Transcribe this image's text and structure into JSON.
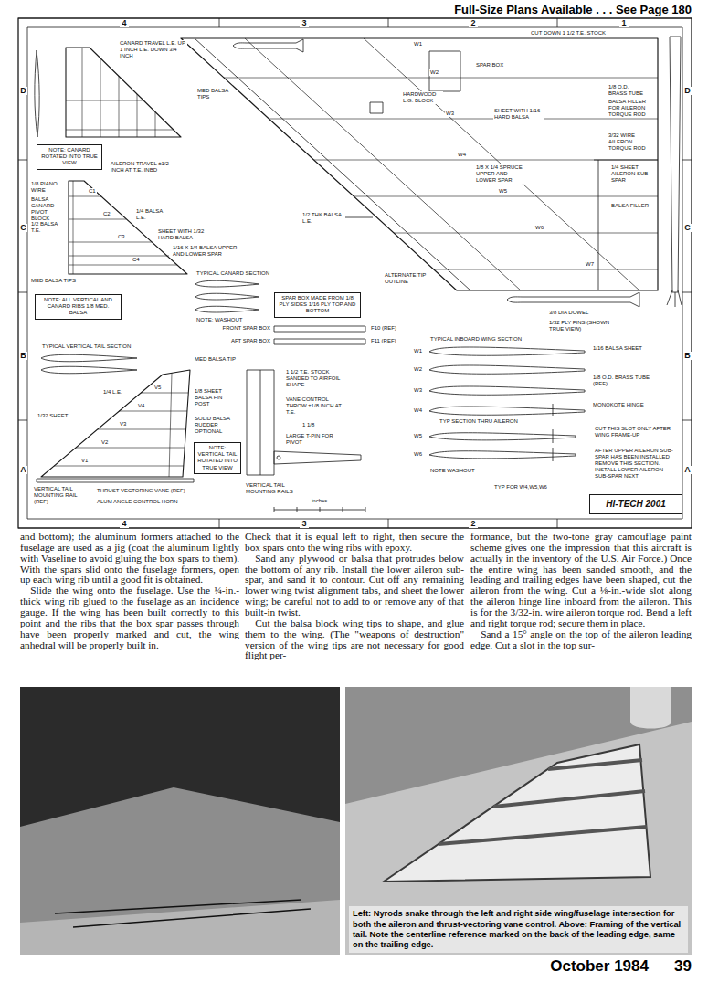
{
  "diagram": {
    "title": "Full-Size Plans Available . . . See Page 180",
    "caption": "Left: Nyrods snake through the left and right side wing/fuselage intersection for both the aileron and thrust-vectoring vane control. Above: Framing of the vertical tail. Note the centerline reference marked on the back of the leading edge, same on the trailing edge.",
    "nodes": [
      {
        "text": [
          "NOTE: CANARD ROTATED INTO TRUE VIEW"
        ]
      },
      {
        "text": [
          "NOTE: ALL VERTICAL AND CANARD RIBS 1/8 MED. BALSA"
        ]
      },
      {
        "text": [
          "SPAR BOX MADE FROM 1/8 PLY SIDES 1/16 PLY TOP AND BOTTOM"
        ]
      },
      {
        "text": [
          "NOTE: VERTICAL TAIL ROTATED INTO TRUE VIEW"
        ]
      },
      {
        "text": [
          "HI-TECH 2001"
        ]
      }
    ],
    "labels": [
      "4",
      "3",
      "2",
      "1",
      "D",
      "C",
      "B",
      "A",
      "D",
      "C",
      "B",
      "A",
      "4",
      "3",
      "2",
      "CANARD TRAVEL L.E. UP 1 INCH L.E. DOWN 3/4 INCH",
      "MED BALSA TIPS",
      "AILERON TRAVEL ±1/2 INCH AT T.E. INBD",
      "1/8 PIANO WIRE",
      "BALSA CANARD PIVOT BLOCK",
      "1/2 BALSA T.E.",
      "C1",
      "C2",
      "C3",
      "C4",
      "1/4 BALSA L.E.",
      "SHEET WITH 1/32 HARD BALSA",
      "1/16 X 1/4 BALSA UPPER AND LOWER SPAR",
      "MED BALSA TIPS",
      "TYPICAL CANARD SECTION",
      "NOTE: WASHOUT",
      "1/2 THK BALSA L.E.",
      "W1",
      "W2",
      "SPAR BOX",
      "HARDWOOD L.G. BLOCK",
      "W3",
      "SHEET WITH 1/16 HARD BALSA",
      "W4",
      "1/8 X 1/4 SPRUCE UPPER AND LOWER SPAR",
      "W5",
      "W6",
      "W7",
      "ALTERNATE TIP OUTLINE",
      "CUT DOWN 1 1/2 T.E. STOCK",
      "1/8 O.D. BRASS TUBE",
      "BALSA FILLER FOR AILERON TORQUE ROD",
      "3/32 WIRE AILERON TORQUE ROD",
      "1/4 SHEET AILERON SUB SPAR",
      "BALSA FILLER",
      "3/8 DIA DOWEL",
      "1/32 PLY FINS (SHOWN TRUE VIEW)",
      "FRONT SPAR BOX",
      "AFT SPAR BOX",
      "F10 (REF)",
      "F11 (REF)",
      "TYPICAL INBOARD WING SECTION",
      "W1",
      "1/16 BALSA SHEET",
      "W2",
      "W3",
      "1/8 O.D. BRASS TUBE (REF)",
      "W4",
      "MONOKOTE HINGE",
      "TYP SECTION THRU AILERON",
      "W5",
      "CUT THIS SLOT ONLY AFTER WING FRAME-UP",
      "W6",
      "AFTER UPPER AILERON SUB-SPAR HAS BEEN INSTALLED REMOVE THIS SECTION. INSTALL LOWER AILERON SUB-SPAR NEXT",
      "NOTE WASHOUT",
      "TYP FOR W4,W5,W6",
      "TYPICAL VERTICAL TAIL SECTION",
      "MED BALSA TIP",
      "1/4 L.E.",
      "V5",
      "V4",
      "1/32 SHEET",
      "V3",
      "1/8 SHEET BALSA FIN POST",
      "V2",
      "SOLID BALSA RUDDER OPTIONAL",
      "V1",
      "VERTICAL TAIL MOUNTING RAIL (REF)",
      "THRUST VECTORING VANE (REF)",
      "ALUM ANGLE CONTROL HORN",
      "1 1/2 T.E. STOCK SANDED TO AIRFOIL SHAPE",
      "VANE CONTROL THROW ±1/8 INCH AT T.E.",
      "1 1/8",
      "LARGE T-PIN FOR PIVOT",
      "VERTICAL TAIL MOUNTING RAILS",
      "inches",
      "October 1984",
      "39",
      "and bottom); the aluminum formers attached to the fuselage are used as a jig (coat the aluminum lightly with Vaseline to avoid gluing the box spars to them). With the spars slid onto the fuselage formers, open up each wing rib until a good fit is obtained.",
      "Slide the wing onto the fuselage. Use the ¼-in.-thick wing rib glued to the fuselage as an incidence gauge. If the wing has been built correctly to this point and the ribs that the box spar passes through have been properly marked and cut, the wing anhedral will be properly built in.",
      "Check that it is equal left to right, then secure the box spars onto the wing ribs with epoxy.",
      "Sand any plywood or balsa that protrudes below the bottom of any rib. Install the lower aileron sub-spar, and sand it to contour. Cut off any remaining lower wing twist alignment tabs, and sheet the lower wing; be careful not to add to or remove any of that built-in twist.",
      "Cut the balsa block wing tips to shape, and glue them to the wing. (The \"weapons of destruction\" version of the wing tips are not necessary for good flight per-",
      "formance, but the two-tone gray camouflage paint scheme gives one the impression that this aircraft is actually in the inventory of the U.S. Air Force.) Once the entire wing has been sanded smooth, and the leading and trailing edges have been shaped, cut the aileron from the wing. Cut a ⅛-in.-wide slot along the aileron hinge line inboard from the aileron. This is for the 3/32-in. wire aileron torque rod. Bend a left and right torque rod; secure them in place.",
      "Sand a 15° angle on the top of the aileron leading edge. Cut a slot in the top sur-"
    ]
  }
}
